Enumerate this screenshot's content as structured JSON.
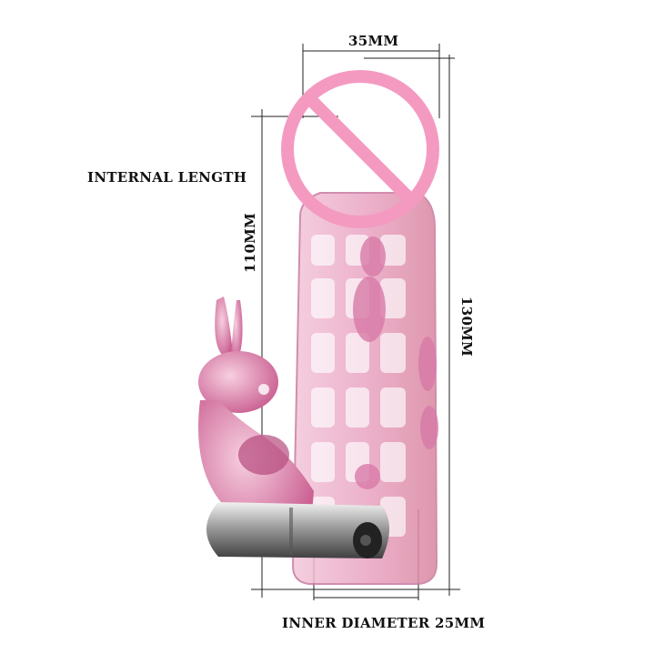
{
  "labels": {
    "top_width": "35MM",
    "internal_length": "INTERNAL LENGTH",
    "internal_length_value": "110MM",
    "total_length": "130MM",
    "inner_diameter": "INNER DIAMETER  25MM"
  },
  "colors": {
    "prohibited_sign": "#f49ac1",
    "sleeve": "#e9a6c6",
    "sleeve_dark": "#c2628f",
    "bullet": "#9a9a9a"
  },
  "icons": [
    "prohibited-sign-icon",
    "rabbit-icon",
    "bullet-vibrator-icon"
  ]
}
